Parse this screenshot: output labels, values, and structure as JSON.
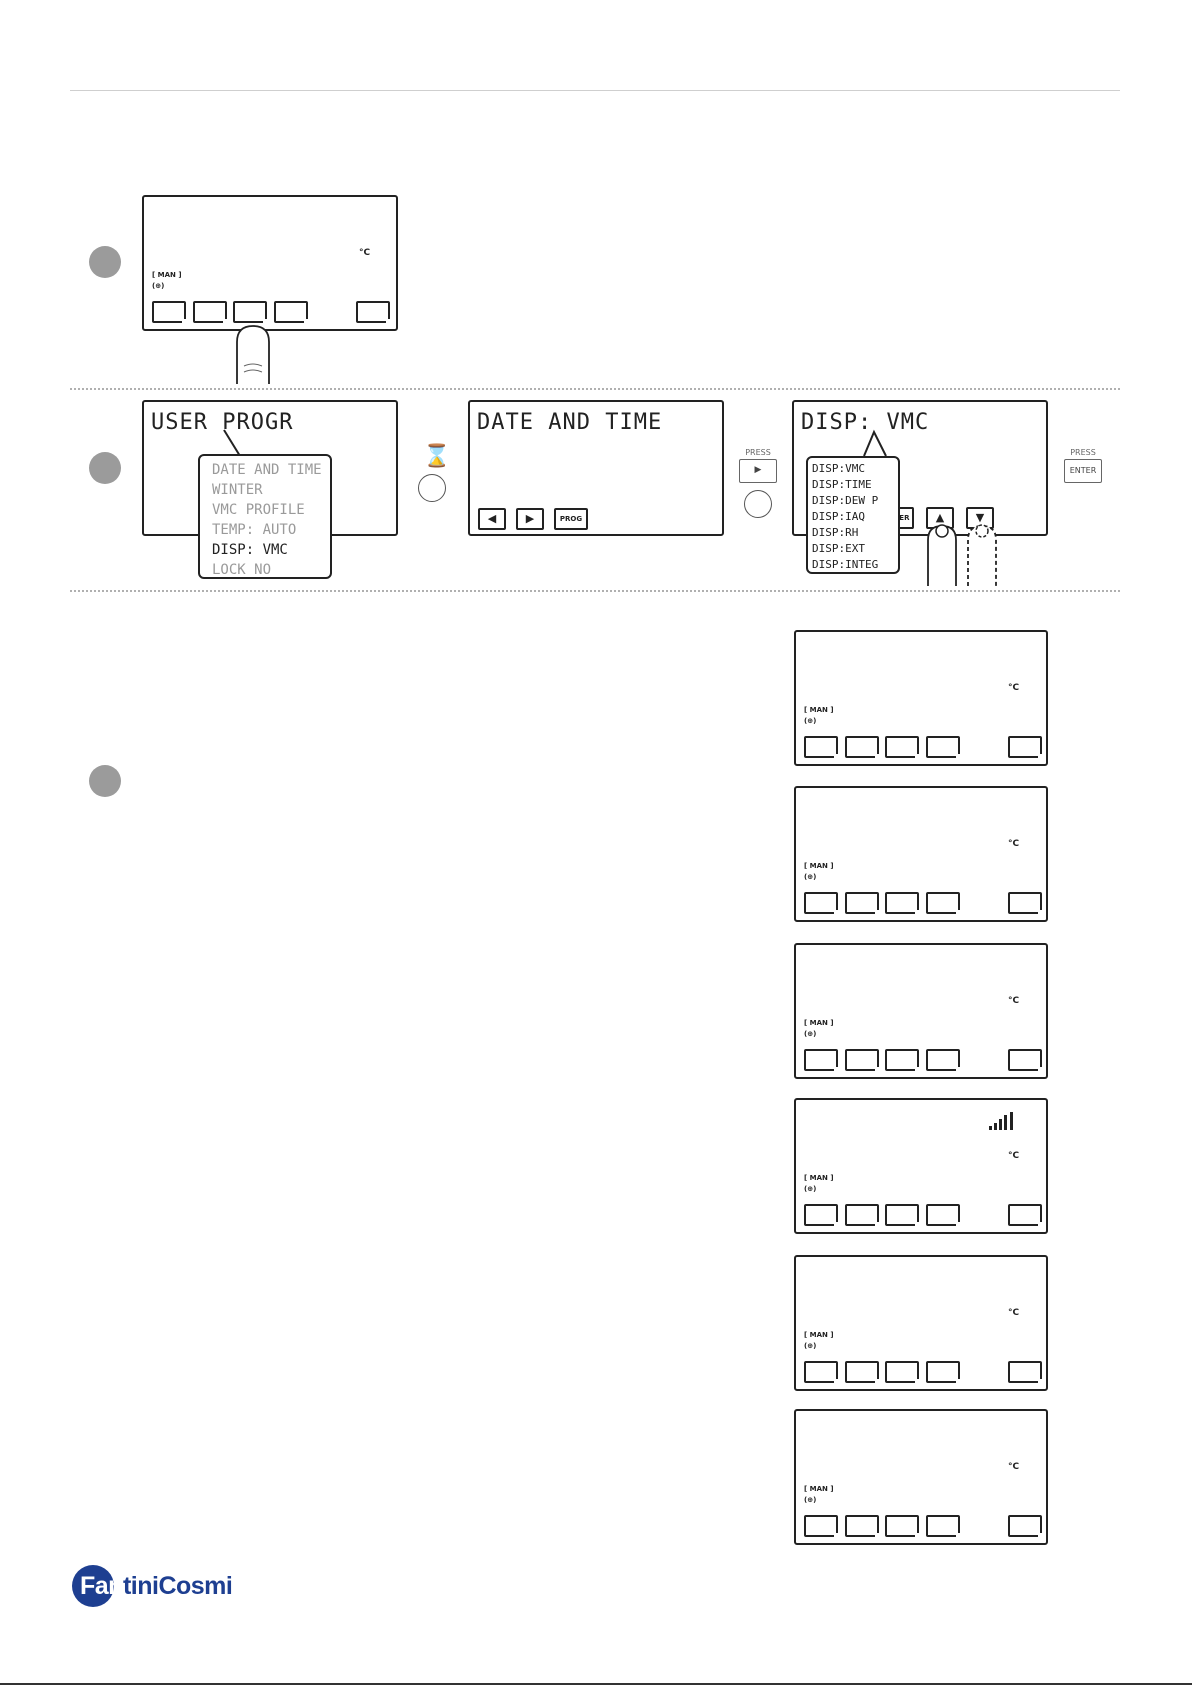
{
  "lcd_common": {
    "degree_unit": "°C",
    "mode_label": "MAN",
    "fan_indicator": "(⊕)"
  },
  "step2": {
    "screen1_title": "USER PROGR",
    "menu_items": [
      "DATE AND TIME",
      "WINTER",
      "VMC PROFILE",
      "TEMP: AUTO",
      "DISP: VMC",
      "LOCK NO"
    ],
    "screen2_title": "DATE AND TIME",
    "screen2_buttons": [
      "◀",
      "▶",
      "PROG"
    ],
    "press_label_1": "PRESS",
    "press_key_1": "▶",
    "screen3_title": "DISP: VMC",
    "disp_options": [
      "DISP:VMC",
      "DISP:TIME",
      "DISP:DEW P",
      "DISP:IAQ",
      "DISP:RH",
      "DISP:EXT",
      "DISP:INTEG"
    ],
    "screen3_partial_button": "TER",
    "screen3_arrows": [
      "▲",
      "▼"
    ],
    "press_label_2": "PRESS",
    "press_key_2": "ENTER"
  },
  "step3": {
    "signal_icon": "signal-bars-icon"
  },
  "brand": {
    "name_part1": "Fan",
    "name_part2": "tiniCosmi",
    "color_blue": "#1e3f91"
  }
}
